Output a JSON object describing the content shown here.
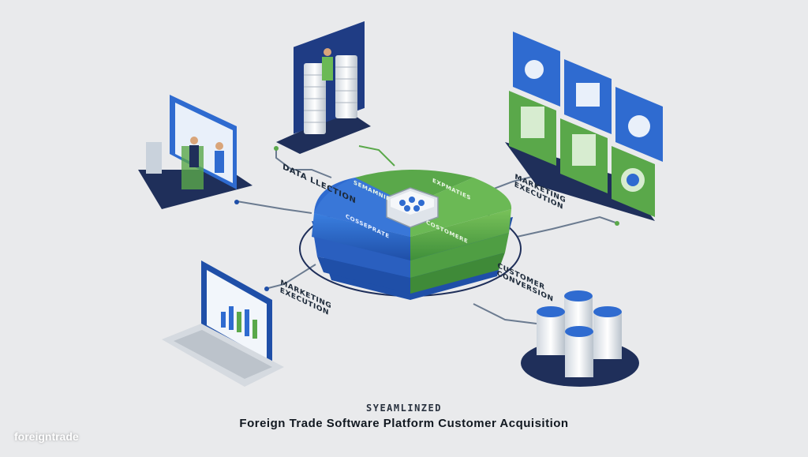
{
  "labels": {
    "data_collection": "DATA LLECTION",
    "marketing_execution_top": "MARKETING EXECUTION",
    "marketing_execution_left": "MARKETING EXECUTION",
    "customer_conversion": "CUSTOMER CONVERSION",
    "hub_left": "COSSEPRATE",
    "hub_right": "COSTOMERE",
    "hub_top_left": "SEMAMNIE",
    "hub_top_right": "EXPMATIES"
  },
  "caption": {
    "subtitle": "SYEAMLINZED",
    "title": "Foreign Trade Software Platform Customer Acquisition"
  },
  "watermark": "foreigntrade",
  "colors": {
    "background": "#e9eaec",
    "navy": "#1f2f5a",
    "blue": "#2f6bd0",
    "green": "#5aa84a",
    "line": "#6b7b90"
  }
}
